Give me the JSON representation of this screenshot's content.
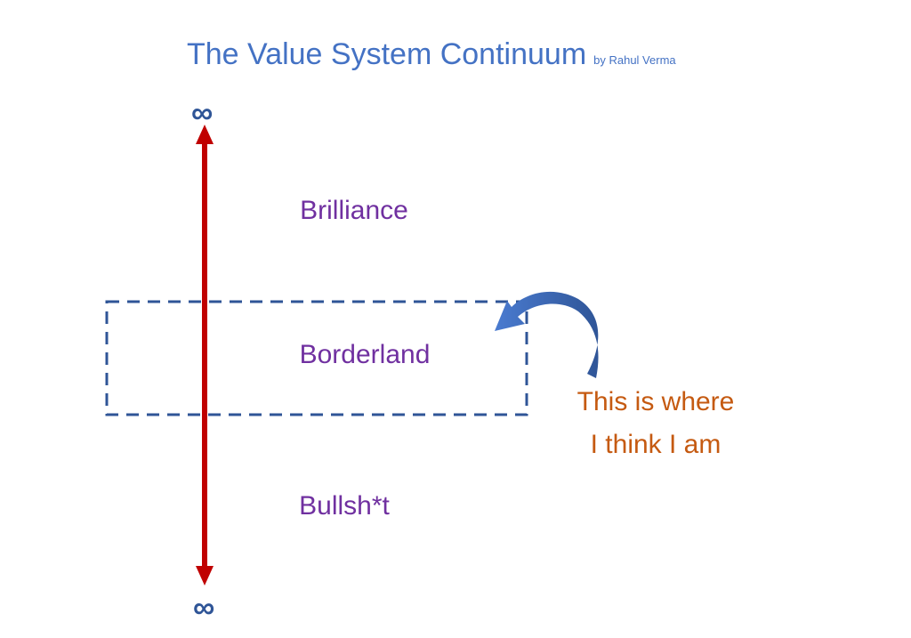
{
  "title": "The Value System Continuum",
  "byline": "by Rahul Verma",
  "axis": {
    "top_symbol": "∞",
    "bottom_symbol": "∞"
  },
  "labels": {
    "top": "Brilliance",
    "middle": "Borderland",
    "bottom": "Bullsh*t"
  },
  "note": {
    "line1": "This is where",
    "line2": "I think I am"
  },
  "colors": {
    "title": "#4472c4",
    "axis": "#c00000",
    "box": "#2f5597",
    "labels": "#7030a0",
    "note": "#c55a11",
    "curved_arrow": "#4472c4"
  }
}
